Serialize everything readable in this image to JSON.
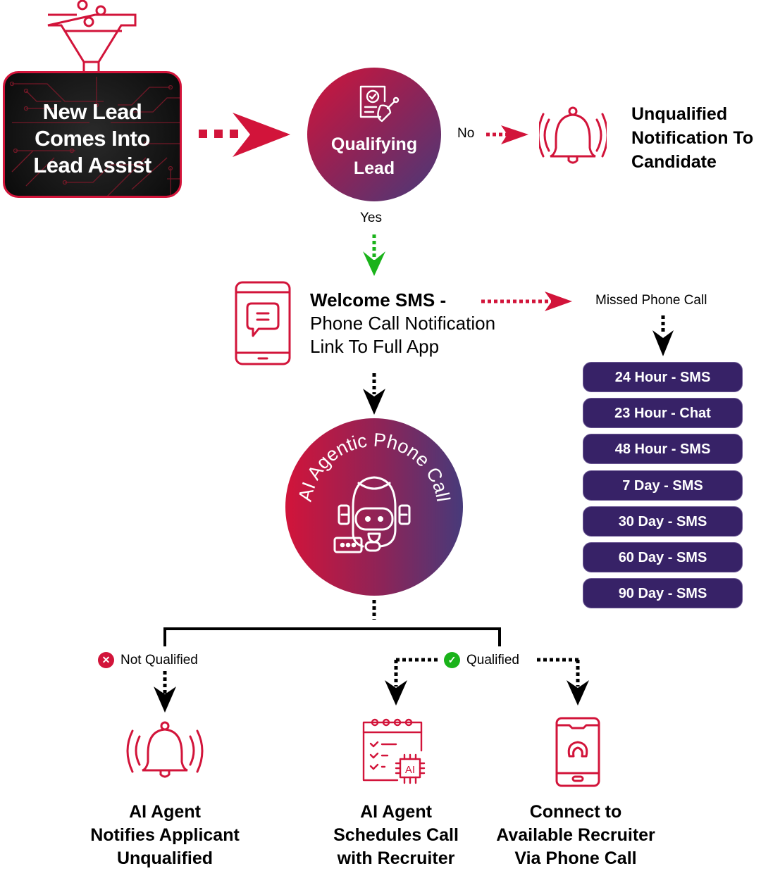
{
  "colors": {
    "brand_red": "#d2143a",
    "brand_purple": "#372267",
    "gradient_start": "#d2143a",
    "gradient_end": "#473a7a",
    "yes_green": "#1ab31a",
    "connector_black": "#000000"
  },
  "start": {
    "icon": "funnel-icon",
    "title": "New Lead Comes Into Lead Assist",
    "lines": [
      "New Lead",
      "Comes Into",
      "Lead Assist"
    ]
  },
  "qualifying": {
    "icon": "document-stamp-icon",
    "lines": [
      "Qualifying",
      "Lead"
    ]
  },
  "branch_no": {
    "label": "No",
    "icon": "bell-ringing-icon",
    "lines": [
      "Unqualified",
      "Notification To",
      "Candidate"
    ]
  },
  "branch_yes": {
    "label": "Yes"
  },
  "welcome": {
    "icon": "phone-message-icon",
    "title": "Welcome SMS -",
    "line2": "Phone Call Notification",
    "line3": "Link To Full App"
  },
  "missed_call": {
    "label": "Missed Phone Call",
    "followups": [
      "24 Hour - SMS",
      "23 Hour - Chat",
      "48 Hour - SMS",
      "7 Day - SMS",
      "30 Day - SMS",
      "60 Day - SMS",
      "90 Day - SMS"
    ]
  },
  "ai_call": {
    "title": "AI Agentic Phone Call",
    "icon": "robot-headset-icon"
  },
  "decision": {
    "not_qualified": {
      "label": "Not Qualified",
      "icon": "x-circle-icon"
    },
    "qualified": {
      "label": "Qualified",
      "icon": "check-circle-icon"
    }
  },
  "outcomes": [
    {
      "icon": "bell-ringing-icon",
      "lines": [
        "AI Agent",
        "Notifies Applicant",
        "Unqualified"
      ]
    },
    {
      "icon": "calendar-ai-icon",
      "lines": [
        "AI Agent",
        "Schedules Call",
        "with Recruiter"
      ]
    },
    {
      "icon": "phone-call-icon",
      "lines": [
        "Connect to",
        "Available Recruiter",
        "Via Phone Call"
      ]
    }
  ]
}
